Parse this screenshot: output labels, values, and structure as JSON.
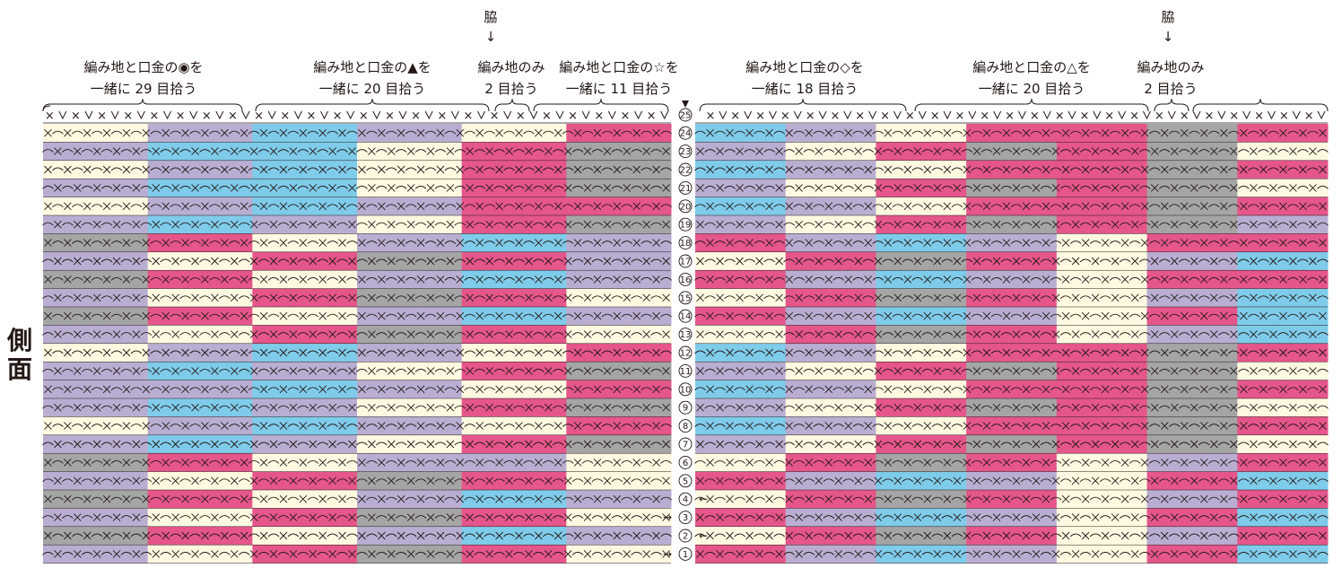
{
  "side_title": [
    "側",
    "面"
  ],
  "colors": {
    "lavender": "#b9aed2",
    "cream": "#fff9e2",
    "blue": "#7fcbea",
    "pink": "#e5568b",
    "gray": "#a5a5a5",
    "line": "#231815"
  },
  "waki_markers": [
    {
      "label": "脇",
      "arrow": "↓",
      "column": 44
    },
    {
      "label": "脇",
      "arrow": "↓",
      "column": 184
    }
  ],
  "sections": [
    {
      "lines": [
        "編み地と口金の◉を",
        "一緒に 29 目拾う"
      ],
      "from": 0,
      "to": 19
    },
    {
      "lines": [
        "編み地と口金の▲を",
        "一緒に 20 目拾う"
      ],
      "from": 20,
      "to": 40
    },
    {
      "lines": [
        "編み地のみ",
        "2 目拾う"
      ],
      "from": 41,
      "to": 47
    },
    {
      "lines": [
        "編み地と口金の☆を",
        "一緒に 11 目拾う"
      ],
      "from": 48,
      "to": 63
    },
    {
      "lines": [
        "編み地と口金の◇を",
        "一緒に 18 目拾う"
      ],
      "from": 66,
      "to": 101
    },
    {
      "lines": [
        "編み地と口金の△を",
        "一緒に 20 目拾う"
      ],
      "from": 102,
      "to": 162
    },
    {
      "lines": [
        "編み地のみ",
        "2 目拾う"
      ],
      "from": 163,
      "to": 183
    },
    {
      "lines": [],
      "from": 184,
      "to": 200
    }
  ],
  "rows": [
    {
      "num": "25",
      "left": "×v×v×v×v×v×v×v×v×v×v×v×v×v×v×v×v×v×v×v×v×v×v×v×v×v×v×v×v×v×v×v×v×v×v×v×v×v×v×v×v×v×v×v×v×v×v×v×v×v×v×v×v×v×v×v×v×v×v×v×v×v×v×v×v",
      "right": "×v×v×v×v×v×v×v×v×v×v×v×v×v×v×v×v×v×v×v×v×v×v×v×v×v×v×v×v×v×v×v×v×v×v×v×v×v×v×v×v×v×v×v×v×v×v×v×v×v×v×v×v×v×v×v×v×v×v×v×v×v×v×v×v×v×v×v×v×v×v×v×v×v×v×v"
    },
    {
      "num": "24",
      "left": "×o×o×o×o×o×o×o×o×o×o×o×o×o×o×o×o×o×o×o×o×o×o×o×o×o×o×o×o×o×o×o×o×o×o×o×o×o×o×o×o×o×o×o×o×o×o×o×o×o×o×o×o×o×o×o×o×o×o×o×o×o×o×o×o",
      "right": "o×o×o×o×o×o×o×o×o×o×o×o×o×o×o×o×o×o×o×o×o×o×o×o×o×o×o×o×o×o×o×o×o×o×o×o×o×o×o×o×o×o×o×o×o×o×o×o×o×o×o×o×o×o×o×o×o×o×o×o×o×o×o×o×o×o×o×o×o×o×o×o×o×o×o"
    },
    {
      "num": "23",
      "left": "o×o×o×o×o×o×o×o×o×o×o×o×o×o×o×o×o×o×o×o×o×o×o×o×o×o×o×o×o×o×o×o×o×o×o×o×o×o×o×o×o×o×o×o×o×o×o×o×o×o×o×o×o×o×o×o×o×o×o×o×o×o×o×o",
      "right": "×o×o×o×o×o×o×o×o×o×o×o×o×o×o×o×o×o×o×o×o×o×o×o×o×o×o×o×o×o×o×o×o×o×o×o×o×o×o×o×o×o×o×o×o×o×o×o×o×o×o×o×o×o×o×o×o×o×o×o×o×o×o×o×o×o×o×o×o×o×o×o×o×o×o×o"
    }
  ],
  "row_numbers": [
    "25",
    "24",
    "23",
    "22",
    "21",
    "20",
    "19",
    "18",
    "17",
    "16",
    "15",
    "14",
    "13",
    "12",
    "11",
    "10",
    "9",
    "8",
    "7",
    "6",
    "5",
    "4",
    "3",
    "2",
    "1"
  ],
  "row_colors_left": [
    [
      "cream",
      "lavender",
      "blue",
      "lavender",
      "cream",
      "pink"
    ],
    [
      "lavender",
      "blue",
      "blue",
      "cream",
      "pink",
      "gray"
    ],
    [
      "cream",
      "lavender",
      "blue",
      "cream",
      "pink",
      "gray"
    ],
    [
      "lavender",
      "blue",
      "blue",
      "cream",
      "pink",
      "gray"
    ],
    [
      "cream",
      "lavender",
      "blue",
      "lavender",
      "pink",
      "pink"
    ],
    [
      "lavender",
      "blue",
      "lavender",
      "cream",
      "pink",
      "gray"
    ],
    [
      "gray",
      "pink",
      "cream",
      "lavender",
      "blue",
      "lavender"
    ],
    [
      "lavender",
      "cream",
      "pink",
      "gray",
      "pink",
      "lavender"
    ],
    [
      "gray",
      "pink",
      "cream",
      "lavender",
      "blue",
      "lavender"
    ],
    [
      "lavender",
      "cream",
      "pink",
      "gray",
      "pink",
      "cream"
    ],
    [
      "gray",
      "pink",
      "cream",
      "lavender",
      "blue",
      "lavender"
    ],
    [
      "lavender",
      "cream",
      "pink",
      "gray",
      "pink",
      "cream"
    ],
    [
      "cream",
      "lavender",
      "blue",
      "lavender",
      "cream",
      "pink"
    ],
    [
      "lavender",
      "blue",
      "lavender",
      "cream",
      "pink",
      "gray"
    ],
    [
      "lavender",
      "lavender",
      "blue",
      "lavender",
      "cream",
      "pink"
    ],
    [
      "lavender",
      "blue",
      "lavender",
      "cream",
      "pink",
      "gray"
    ],
    [
      "cream",
      "lavender",
      "blue",
      "lavender",
      "cream",
      "pink"
    ],
    [
      "lavender",
      "blue",
      "lavender",
      "cream",
      "pink",
      "gray"
    ],
    [
      "gray",
      "pink",
      "cream",
      "lavender",
      "lavender",
      "cream"
    ],
    [
      "lavender",
      "cream",
      "pink",
      "gray",
      "pink",
      "cream"
    ],
    [
      "gray",
      "pink",
      "cream",
      "lavender",
      "blue",
      "lavender"
    ],
    [
      "lavender",
      "cream",
      "pink",
      "gray",
      "pink",
      "cream"
    ],
    [
      "gray",
      "pink",
      "cream",
      "lavender",
      "blue",
      "lavender"
    ],
    [
      "lavender",
      "cream",
      "pink",
      "gray",
      "pink",
      "cream"
    ]
  ],
  "row_colors_right": [
    [
      "blue",
      "lavender",
      "cream",
      "pink",
      "pink",
      "gray",
      "pink"
    ],
    [
      "lavender",
      "cream",
      "pink",
      "gray",
      "pink",
      "gray",
      "cream"
    ],
    [
      "blue",
      "lavender",
      "cream",
      "pink",
      "pink",
      "gray",
      "pink"
    ],
    [
      "lavender",
      "cream",
      "pink",
      "gray",
      "pink",
      "gray",
      "cream"
    ],
    [
      "blue",
      "lavender",
      "cream",
      "pink",
      "pink",
      "gray",
      "pink"
    ],
    [
      "lavender",
      "cream",
      "pink",
      "gray",
      "pink",
      "gray",
      "lavender"
    ],
    [
      "pink",
      "lavender",
      "blue",
      "lavender",
      "cream",
      "pink",
      "pink"
    ],
    [
      "cream",
      "pink",
      "gray",
      "pink",
      "cream",
      "lavender",
      "blue"
    ],
    [
      "pink",
      "lavender",
      "blue",
      "lavender",
      "cream",
      "pink",
      "pink"
    ],
    [
      "cream",
      "pink",
      "gray",
      "pink",
      "cream",
      "lavender",
      "blue"
    ],
    [
      "pink",
      "lavender",
      "blue",
      "lavender",
      "cream",
      "pink",
      "blue"
    ],
    [
      "cream",
      "pink",
      "gray",
      "pink",
      "cream",
      "lavender",
      "blue"
    ],
    [
      "blue",
      "lavender",
      "cream",
      "pink",
      "pink",
      "gray",
      "pink"
    ],
    [
      "lavender",
      "cream",
      "pink",
      "gray",
      "pink",
      "gray",
      "cream"
    ],
    [
      "blue",
      "lavender",
      "cream",
      "pink",
      "pink",
      "gray",
      "pink"
    ],
    [
      "lavender",
      "cream",
      "pink",
      "gray",
      "pink",
      "gray",
      "cream"
    ],
    [
      "blue",
      "lavender",
      "cream",
      "pink",
      "pink",
      "gray",
      "pink"
    ],
    [
      "lavender",
      "cream",
      "pink",
      "gray",
      "pink",
      "gray",
      "cream"
    ],
    [
      "cream",
      "pink",
      "gray",
      "pink",
      "cream",
      "lavender",
      "pink"
    ],
    [
      "pink",
      "lavender",
      "blue",
      "lavender",
      "cream",
      "pink",
      "blue"
    ],
    [
      "cream",
      "pink",
      "gray",
      "pink",
      "cream",
      "lavender",
      "pink"
    ],
    [
      "pink",
      "lavender",
      "blue",
      "lavender",
      "cream",
      "pink",
      "blue"
    ],
    [
      "cream",
      "pink",
      "gray",
      "pink",
      "cream",
      "lavender",
      "pink"
    ],
    [
      "pink",
      "lavender",
      "blue",
      "lavender",
      "cream",
      "pink",
      "blue"
    ]
  ]
}
